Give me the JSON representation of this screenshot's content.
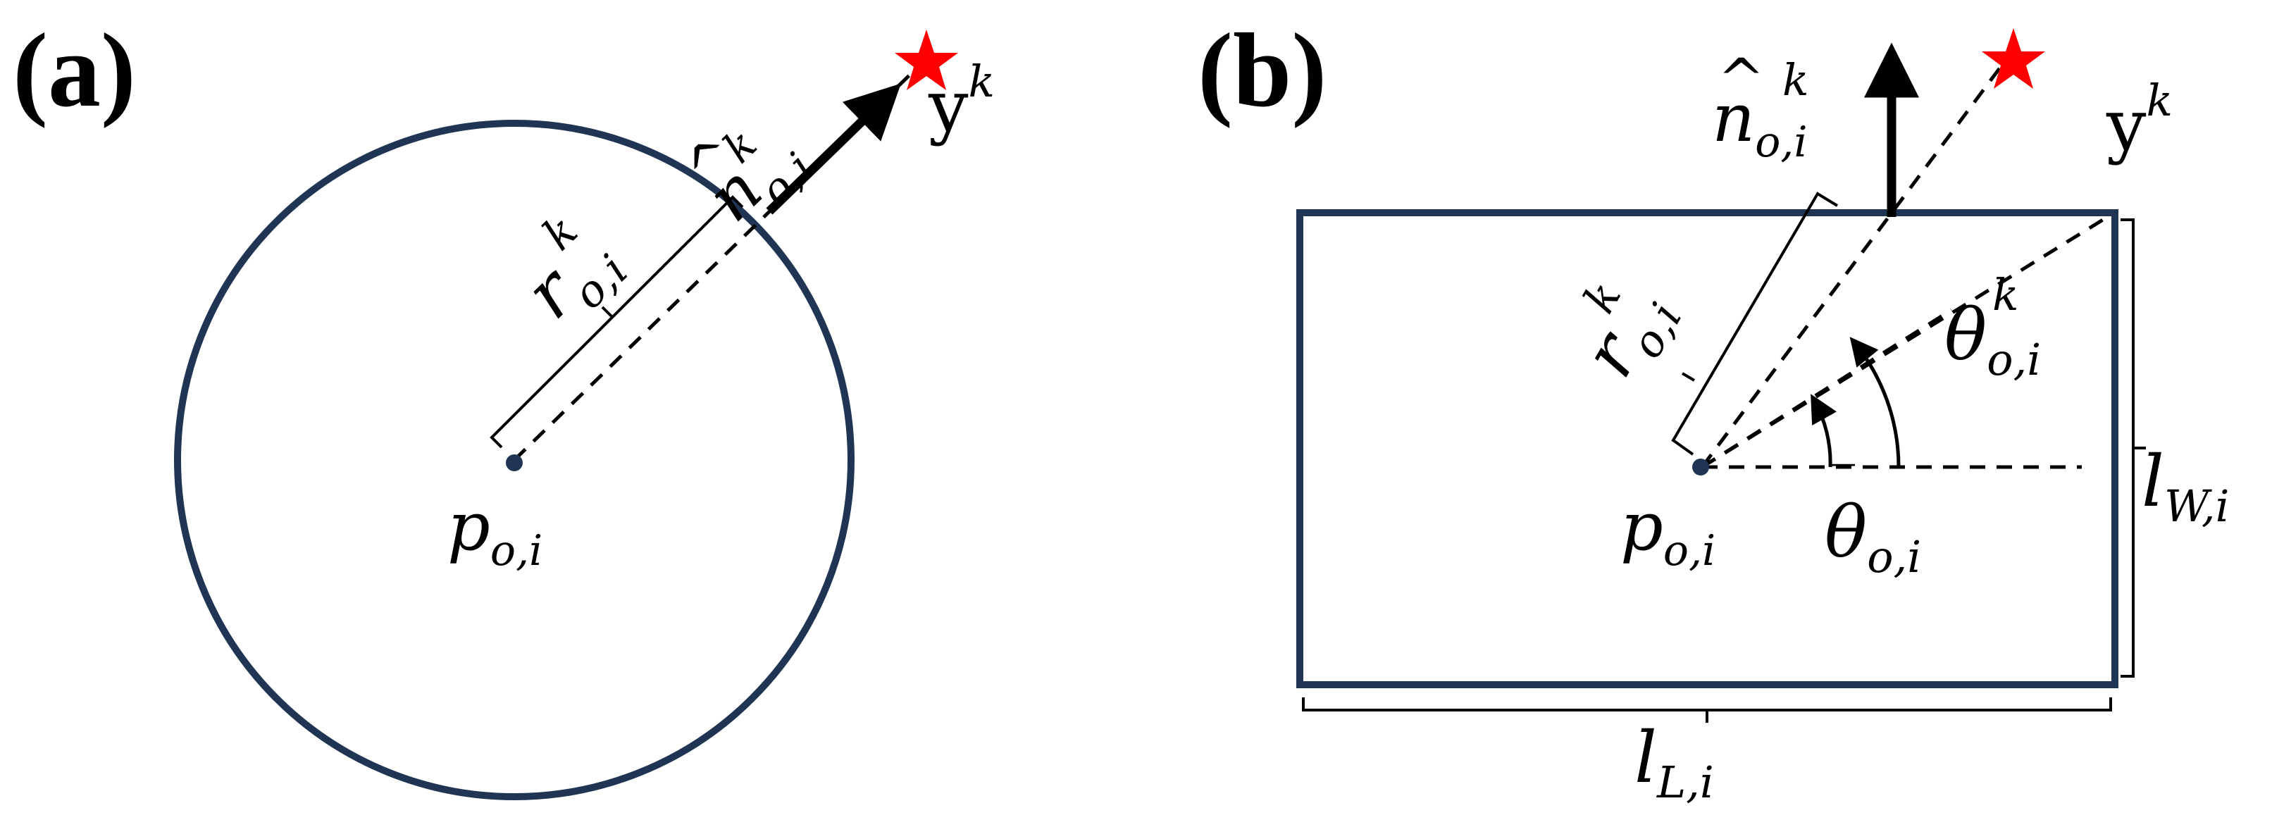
{
  "panels": {
    "a": {
      "label": "(a)",
      "normal_symbol": {
        "base": "n",
        "hat": "^",
        "superscript": "k",
        "subscript": "o,i"
      },
      "target_symbol": {
        "base": "y",
        "superscript": "k"
      },
      "radius_symbol": {
        "base": "r",
        "superscript": "k",
        "subscript": "o,i"
      },
      "center_symbol": {
        "base": "p",
        "subscript": "o,i"
      }
    },
    "b": {
      "label": "(b)",
      "normal_symbol": {
        "base": "n",
        "hat": "^",
        "superscript": "k",
        "subscript": "o,i"
      },
      "target_symbol": {
        "base": "y",
        "superscript": "k"
      },
      "radius_symbol": {
        "base": "r",
        "superscript": "k",
        "subscript": "o,i"
      },
      "center_symbol": {
        "base": "p",
        "subscript": "o,i"
      },
      "angle_symbol": {
        "base": "θ",
        "superscript": "k",
        "subscript": "o,i"
      },
      "heading_symbol": {
        "base": "θ",
        "bar": "‾",
        "subscript": "o,i"
      },
      "width_symbol": {
        "base": "l",
        "subscript": "W,i"
      },
      "length_symbol": {
        "base": "l",
        "subscript": "L,i"
      }
    }
  },
  "colors": {
    "shape": "#1f3553",
    "target": "#ff0000",
    "ink": "#000000"
  },
  "icons": {
    "target": "red-star-icon",
    "center": "center-dot-icon"
  }
}
